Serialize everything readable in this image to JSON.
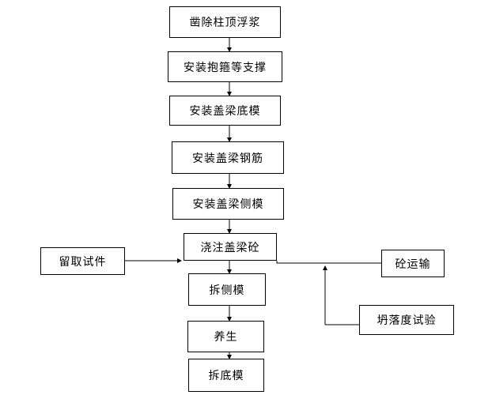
{
  "flowchart": {
    "main_steps": [
      "凿除柱顶浮浆",
      "安装抱箍等支撑",
      "安装盖梁底模",
      "安装盖梁钢筋",
      "安装盖梁侧模",
      "浇注盖梁砼",
      "拆侧模",
      "养生",
      "拆底模"
    ],
    "side_inputs": {
      "left": "留取试件",
      "right_top": "砼运输",
      "right_bottom": "坍落度试验"
    }
  },
  "style": {
    "line_color": "#000000",
    "box_border": "#000000",
    "background": "#ffffff"
  }
}
